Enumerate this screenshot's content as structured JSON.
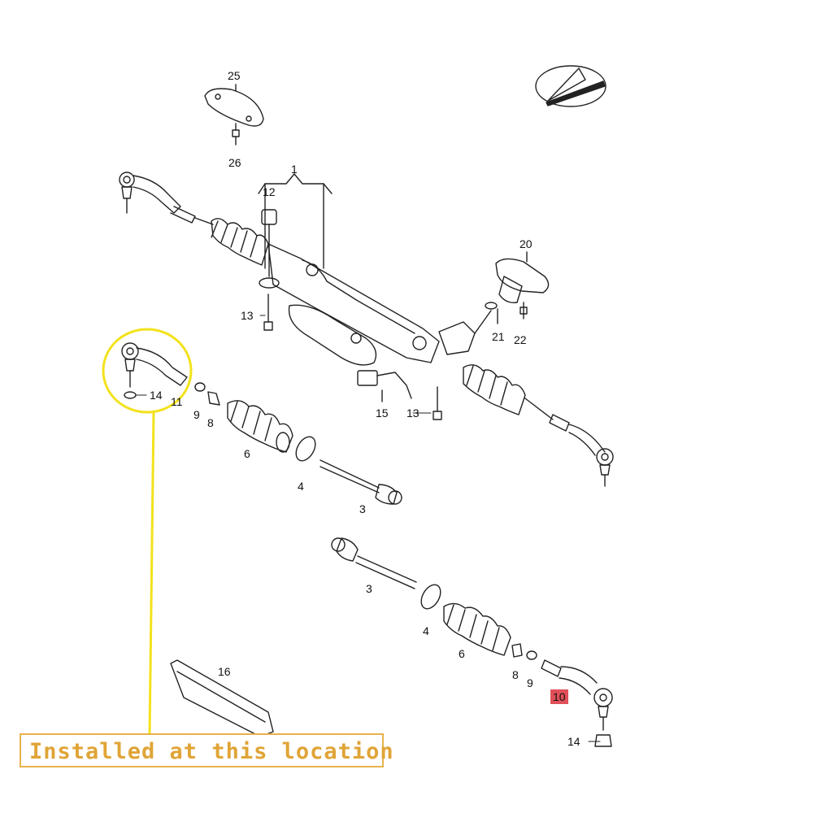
{
  "colors": {
    "line": "#222222",
    "highlight_circle": "#f3e21c",
    "callout_line": "#f3e21c",
    "callout_border": "#e8b24c",
    "callout_text": "#e0a437",
    "part_highlight": "#e0505a"
  },
  "labels": {
    "p25": "25",
    "p26": "26",
    "p1": "1",
    "p12": "12",
    "p20": "20",
    "p13a": "13",
    "p21": "21",
    "p22": "22",
    "p14a": "14",
    "p11": "11",
    "p9a": "9",
    "p8a": "8",
    "p15": "15",
    "p13b": "13",
    "p6a": "6",
    "p4a": "4",
    "p3a": "3",
    "p3b": "3",
    "p4b": "4",
    "p6b": "6",
    "p8b": "8",
    "p9b": "9",
    "p10": "10",
    "p16": "16",
    "p14b": "14"
  },
  "callout": {
    "text": "Installed at this location"
  }
}
